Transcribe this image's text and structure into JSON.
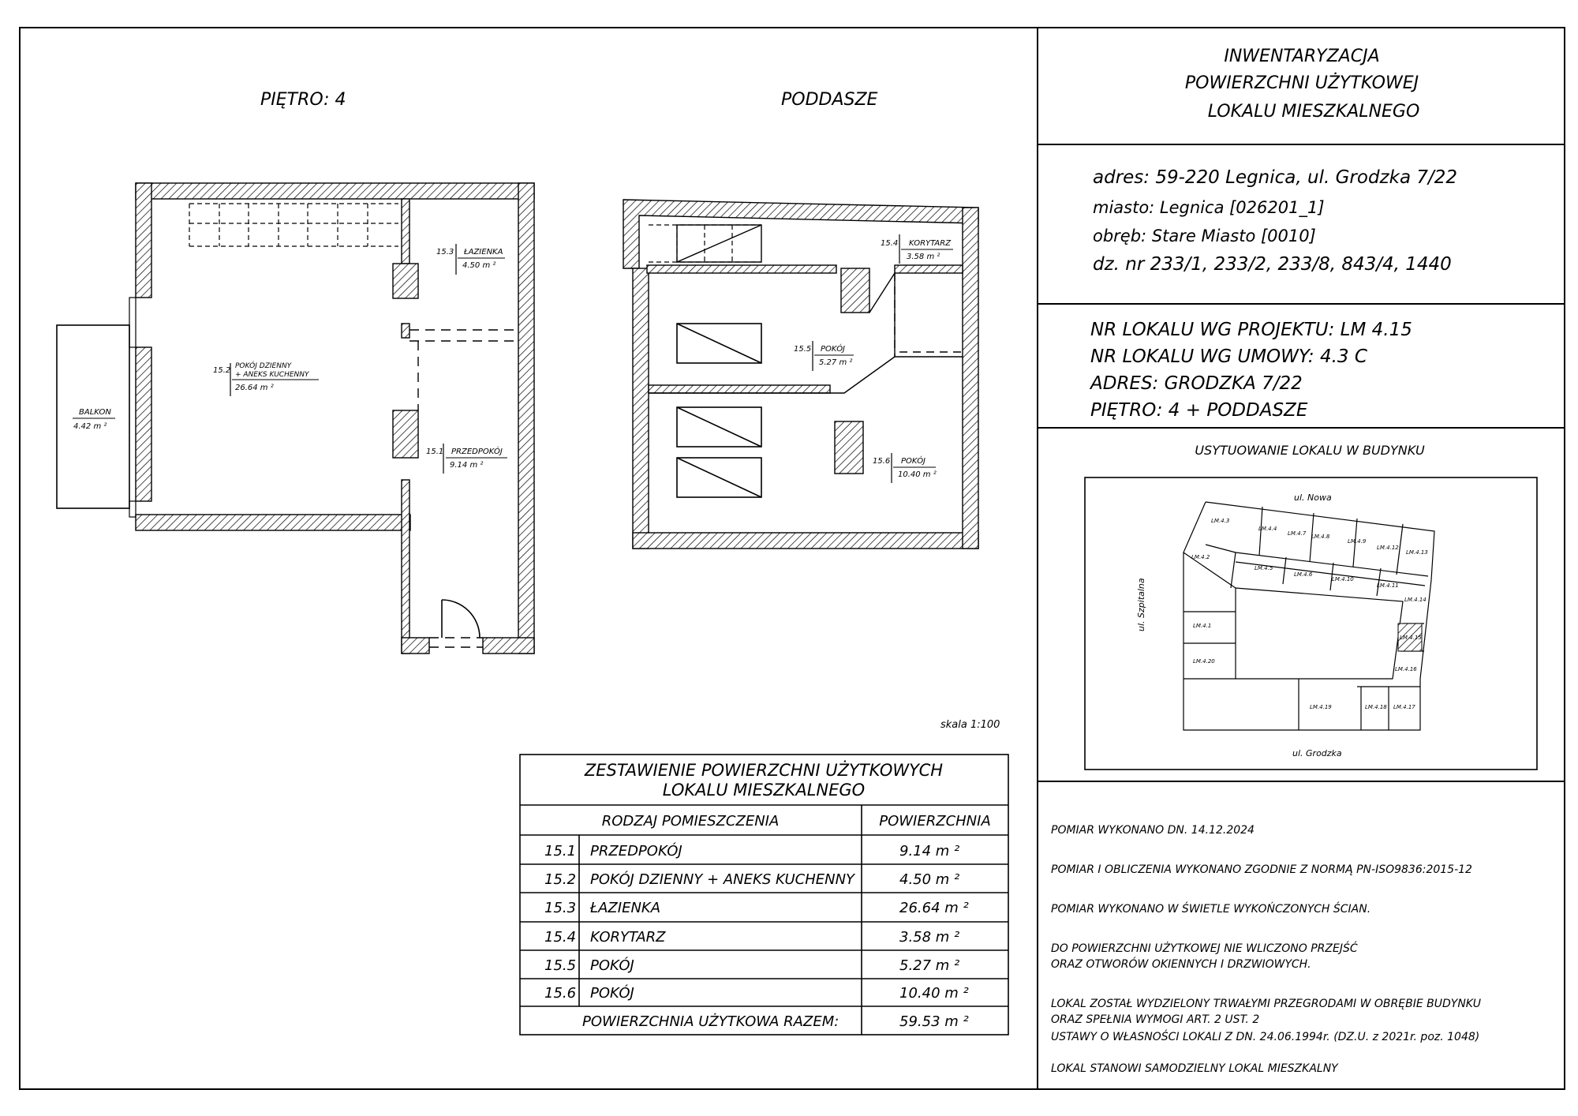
{
  "floor4": {
    "title": "PIĘTRO: 4",
    "rooms": [
      {
        "code": "15.2",
        "name_l1": "POKÓJ DZIENNY",
        "name_l2": "+ ANEKS KUCHENNY",
        "area": "26.64 m ²"
      },
      {
        "code": "15.3",
        "name": "ŁAZIENKA",
        "area": "4.50 m ²"
      },
      {
        "code": "15.1",
        "name": "PRZEDPOKÓJ",
        "area": "9.14  m ²"
      },
      {
        "name": "BALKON",
        "area": "4.42  m ²"
      }
    ]
  },
  "attic": {
    "title": "PODDASZE",
    "rooms": [
      {
        "code": "15.4",
        "name": "KORYTARZ",
        "area": "3.58 m ²"
      },
      {
        "code": "15.5",
        "name": "POKÓJ",
        "area": "5.27 m ²"
      },
      {
        "code": "15.6",
        "name": "POKÓJ",
        "area": "10.40 m ²"
      }
    ]
  },
  "scale": "skala 1:100",
  "summary": {
    "title_l1": "ZESTAWIENIE  POWIERZCHNI UŻYTKOWYCH",
    "title_l2": "LOKALU  MIESZKALNEGO",
    "col_room": "RODZAJ POMIESZCZENIA",
    "col_area": "POWIERZCHNIA",
    "rows": [
      {
        "no": "15.1",
        "room": "PRZEDPOKÓJ",
        "area": "9.14  m ²"
      },
      {
        "no": "15.2",
        "room": "POKÓJ DZIENNY + ANEKS KUCHENNY",
        "area": "4.50  m ²"
      },
      {
        "no": "15.3",
        "room": "ŁAZIENKA",
        "area": "26.64 m ²"
      },
      {
        "no": "15.4",
        "room": "KORYTARZ",
        "area": "3.58  m ²"
      },
      {
        "no": "15.5",
        "room": "POKÓJ",
        "area": "5.27  m ²"
      },
      {
        "no": "15.6",
        "room": "POKÓJ",
        "area": "10.40  m ²"
      }
    ],
    "total_label": "POWIERZCHNIA UŻYTKOWA RAZEM:",
    "total_value": "59.53 m ²"
  },
  "header": {
    "l1": "INWENTARYZACJA",
    "l2": "POWIERZCHNI UŻYTKOWEJ",
    "l3": "LOKALU  MIESZKALNEGO"
  },
  "address": {
    "adres": "adres: 59-220  Legnica, ul. Grodzka  7/22",
    "miasto": "miasto: Legnica  [026201_1]",
    "obreb": "obręb: Stare  Miasto  [0010]",
    "dz": "dz. nr  233/1, 233/2, 233/8, 843/4, 1440"
  },
  "unit": {
    "l1": "NR  LOKALU  WG  PROJEKTU: LM  4.15",
    "l2": "NR  LOKALU  WG  UMOWY: 4.3  C",
    "l3": "ADRES: GRODZKA  7/22",
    "l4": "PIĘTRO: 4  +  PODDASZE"
  },
  "location": {
    "title": "USYTUOWANIE  LOKALU  W  BUDYNKU",
    "streets": {
      "north": "ul. Nowa",
      "west": "ul. Szpitalna",
      "south": "ul. Grodzka"
    },
    "units": [
      "LM.4.3",
      "LM.4.4",
      "LM.4.7",
      "LM.4.8",
      "LM.4.9",
      "LM.4.12",
      "LM.4.13",
      "LM.4.2",
      "LM.4.5",
      "LM.4.6",
      "LM.4.10",
      "LM.4.11",
      "LM.4.14",
      "LM.4.1",
      "LM.4.15",
      "LM.4.20",
      "LM.4.16",
      "LM.4.19",
      "LM.4.18",
      "LM.4.17"
    ]
  },
  "notes": {
    "n1": "POMIAR  WYKONANO  DN. 14.12.2024",
    "n2": "POMIAR  I OBLICZENIA  WYKONANO  ZGODNIE  Z  NORMĄ  PN-ISO9836:2015-12",
    "n3": "POMIAR  WYKONANO  W  ŚWIETLE  WYKOŃCZONYCH  ŚCIAN.",
    "n4a": "DO  POWIERZCHNI UŻYTKOWEJ  NIE  WLICZONO  PRZEJŚĆ",
    "n4b": "ORAZ  OTWORÓW  OKIENNYCH  I DRZWIOWYCH.",
    "n5a": "LOKAL  ZOSTAŁ  WYDZIELONY  TRWAŁYMI PRZEGRODAMI W  OBRĘBIE  BUDYNKU",
    "n5b": "ORAZ  SPEŁNIA  WYMOGI ART. 2  UST. 2",
    "n5c": "USTAWY  O  WŁASNOŚCI LOKALI Z  DN. 24.06.1994r. (DZ.U. z  2021r. poz. 1048)",
    "n6": "LOKAL  STANOWI SAMODZIELNY  LOKAL  MIESZKALNY"
  }
}
